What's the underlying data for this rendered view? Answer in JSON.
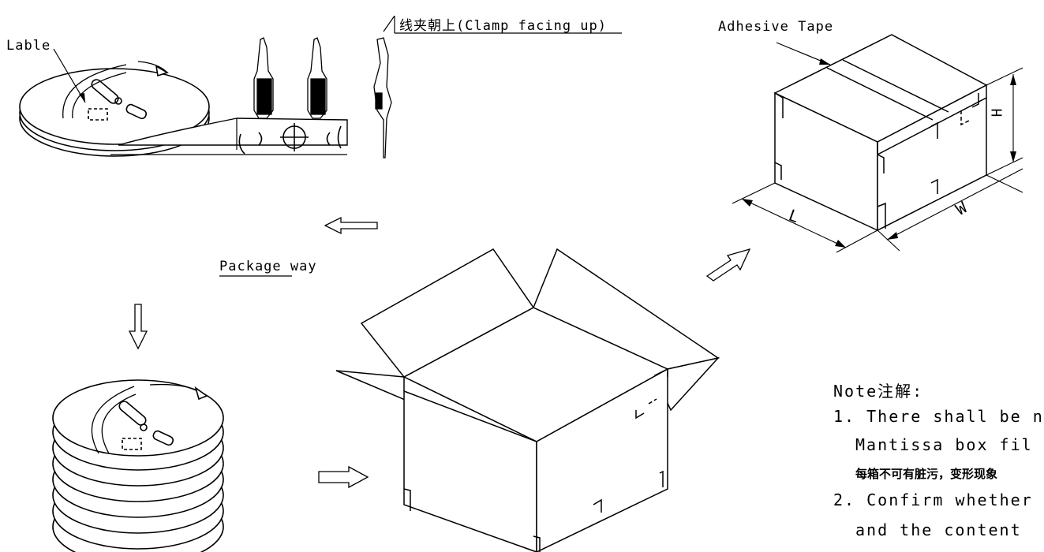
{
  "labels": {
    "lable": "Lable",
    "clamp": "线夹朝上(Clamp facing up)",
    "adhesive_tape": "Adhesive Tape",
    "package_way": "Package way",
    "dim_l": "L",
    "dim_w": "W",
    "dim_h": "H"
  },
  "notes": {
    "heading": "Note注解:",
    "line1": "1. There shall be n",
    "line2": "Mantissa box fil",
    "line3": "每箱不可有脏污，变形现象",
    "line4": "2. Confirm whether",
    "line5": "and the content"
  },
  "colors": {
    "line": "#000000",
    "fill_gray": "#c9c9c9",
    "background": "#ffffff"
  }
}
